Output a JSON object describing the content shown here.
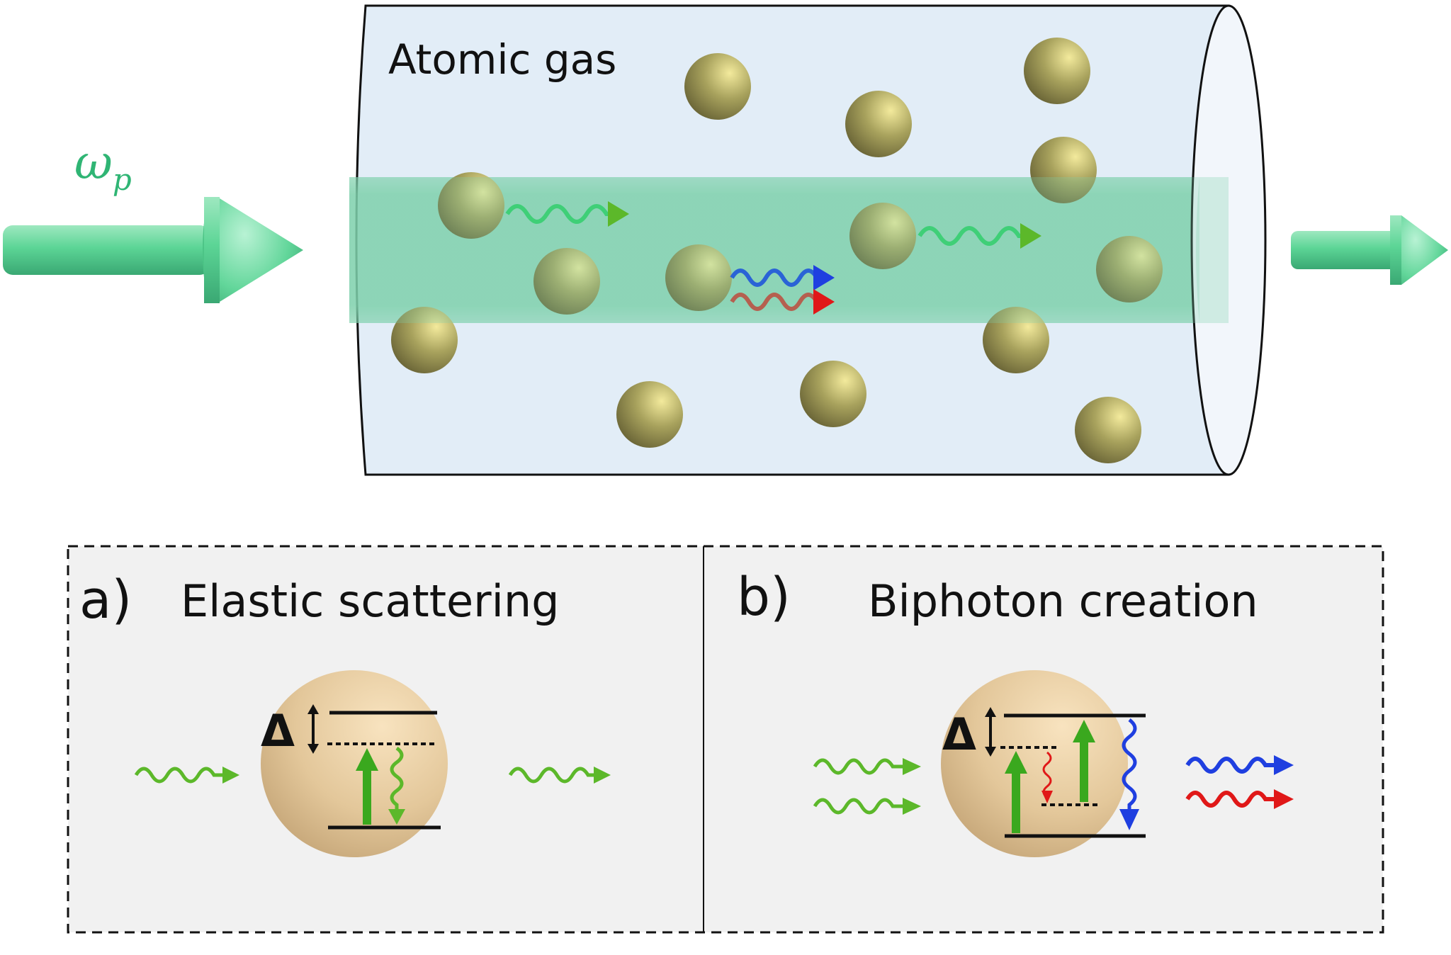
{
  "top": {
    "gas_label": "Atomic gas",
    "pump_symbol": "ω",
    "pump_subscript": "p"
  },
  "panels": [
    {
      "letter": "a)",
      "title": "Elastic scattering"
    },
    {
      "letter": "b)",
      "title": "Biphoton creation"
    }
  ],
  "level_label": "Δ",
  "colors": {
    "pump_green": "#4fd08c",
    "photon_green": "#5cb82a",
    "blue": "#1f3fe0",
    "red": "#e01818",
    "beam": "#7fd1ac",
    "atom": "#8a8448"
  }
}
